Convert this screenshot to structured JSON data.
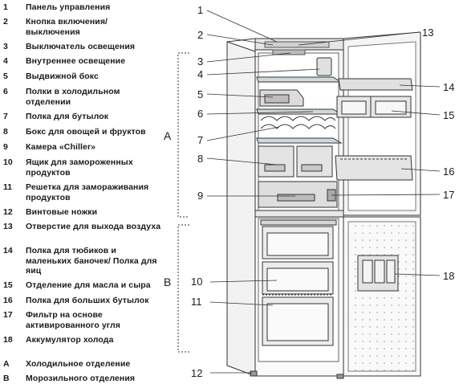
{
  "legend": [
    {
      "num": "1",
      "text": "Панель управления"
    },
    {
      "num": "2",
      "text": "Кнопка включения/ выключения"
    },
    {
      "num": "3",
      "text": "Выключатель освещения"
    },
    {
      "num": "4",
      "text": "Внутреннее освещение"
    },
    {
      "num": "5",
      "text": "Выдвижной бокс"
    },
    {
      "num": "6",
      "text": "Полки в холодильном отделении"
    },
    {
      "num": "7",
      "text": "Полка для бутылок"
    },
    {
      "num": "8",
      "text": "Бокс для овощей и фруктов"
    },
    {
      "num": "9",
      "text": "Камера «Chiller»"
    },
    {
      "num": "10",
      "text": "Ящик для замороженных продуктов"
    },
    {
      "num": "11",
      "text": "Решетка для замораживания продуктов"
    },
    {
      "num": "12",
      "text": "Винтовые ножки"
    },
    {
      "num": "13",
      "text": "Отверстие для выхода воздуха"
    },
    {
      "num": "14",
      "text": "Полка для тюбиков и маленьких баночек/ Полка для яиц"
    },
    {
      "num": "15",
      "text": "Отделение для масла и сыра"
    },
    {
      "num": "16",
      "text": "Полка для больших бутылок"
    },
    {
      "num": "17",
      "text": "Фильтр на основе активированного угля"
    },
    {
      "num": "18",
      "text": "Аккумулятор холода"
    },
    {
      "num": "A",
      "text": "Холодильное отделение"
    },
    {
      "num": "B",
      "text": "Морозильного отделения"
    }
  ],
  "callouts": {
    "c1": "1",
    "c2": "2",
    "c3": "3",
    "c4": "4",
    "c5": "5",
    "c6": "6",
    "c7": "7",
    "c8": "8",
    "c9": "9",
    "c10": "10",
    "c11": "11",
    "c12": "12",
    "c13": "13",
    "c14": "14",
    "c15": "15",
    "c16": "16",
    "c17": "17",
    "c18": "18",
    "sectionA": "A",
    "sectionB": "B"
  }
}
